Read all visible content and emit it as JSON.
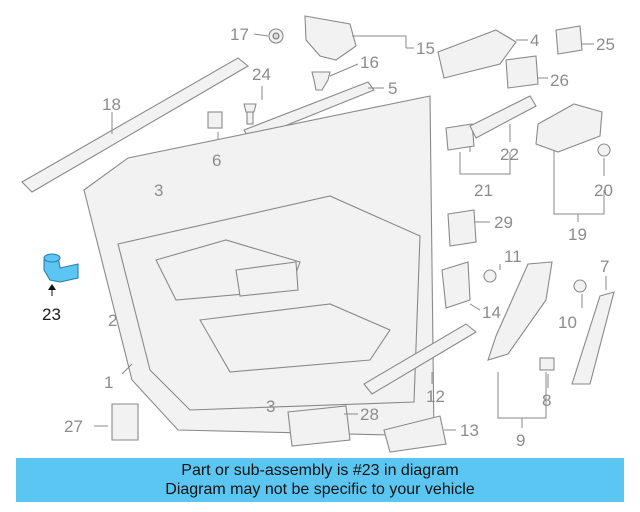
{
  "diagram": {
    "highlighted_part": "23",
    "highlight_color": "#5bc6f2",
    "callouts": [
      {
        "id": "c1",
        "label": "1"
      },
      {
        "id": "c2",
        "label": "2"
      },
      {
        "id": "c3a",
        "label": "3"
      },
      {
        "id": "c3b",
        "label": "3"
      },
      {
        "id": "c4",
        "label": "4"
      },
      {
        "id": "c5",
        "label": "5"
      },
      {
        "id": "c6",
        "label": "6"
      },
      {
        "id": "c7",
        "label": "7"
      },
      {
        "id": "c8",
        "label": "8"
      },
      {
        "id": "c9",
        "label": "9"
      },
      {
        "id": "c10",
        "label": "10"
      },
      {
        "id": "c11",
        "label": "11"
      },
      {
        "id": "c12",
        "label": "12"
      },
      {
        "id": "c13",
        "label": "13"
      },
      {
        "id": "c14",
        "label": "14"
      },
      {
        "id": "c15",
        "label": "15"
      },
      {
        "id": "c16",
        "label": "16"
      },
      {
        "id": "c17",
        "label": "17"
      },
      {
        "id": "c18",
        "label": "18"
      },
      {
        "id": "c19",
        "label": "19"
      },
      {
        "id": "c20",
        "label": "20"
      },
      {
        "id": "c21",
        "label": "21"
      },
      {
        "id": "c22",
        "label": "22"
      },
      {
        "id": "c23",
        "label": "23"
      },
      {
        "id": "c24",
        "label": "24"
      },
      {
        "id": "c25",
        "label": "25"
      },
      {
        "id": "c26",
        "label": "26"
      },
      {
        "id": "c27",
        "label": "27"
      },
      {
        "id": "c28",
        "label": "28"
      },
      {
        "id": "c29",
        "label": "29"
      }
    ]
  },
  "banner": {
    "line1": "Part or sub-assembly is #23 in diagram",
    "line2": "Diagram may not be specific to your vehicle",
    "background": "#5bc6f2"
  }
}
